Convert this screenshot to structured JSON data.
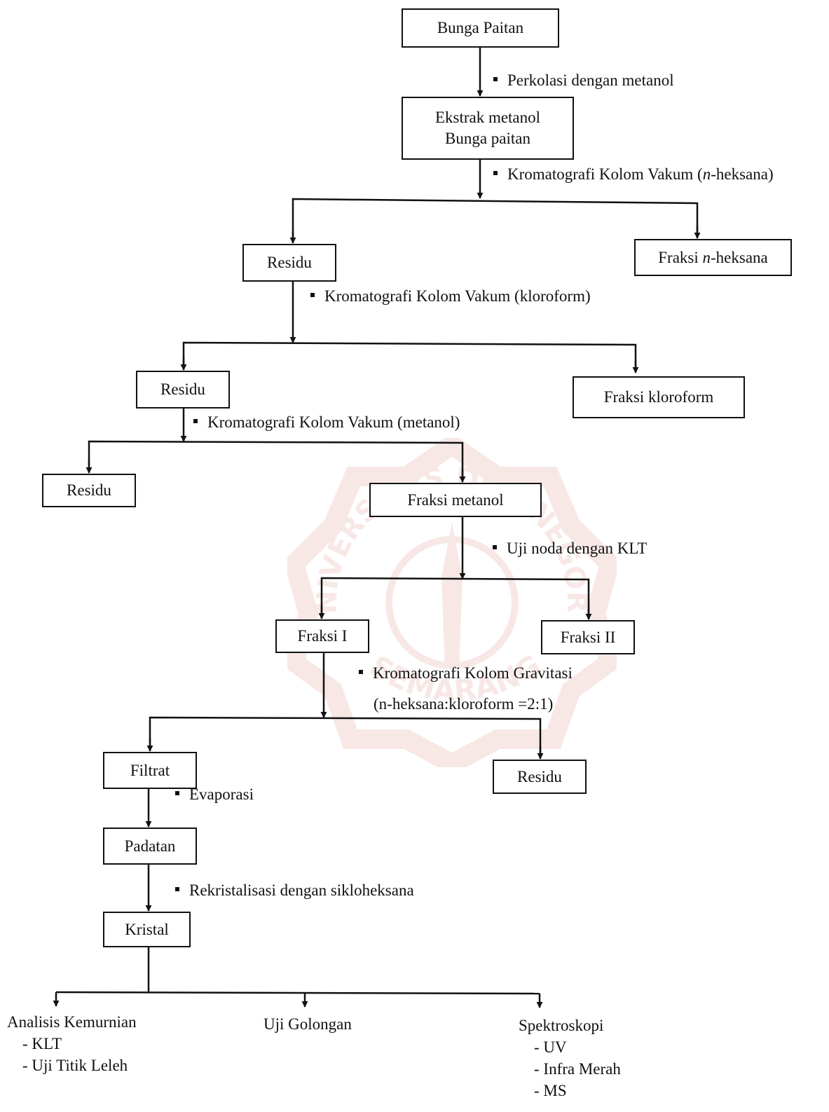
{
  "nodes": {
    "bunga_paitan": "Bunga Paitan",
    "ekstrak_line1": "Ekstrak metanol",
    "ekstrak_line2": "Bunga paitan",
    "residu_1": "Residu",
    "fraksi_heksana_pre": "Fraksi ",
    "fraksi_heksana_n": "n",
    "fraksi_heksana_post": "-heksana",
    "residu_2": "Residu",
    "fraksi_kloroform": "Fraksi kloroform",
    "residu_3": "Residu",
    "fraksi_metanol": "Fraksi metanol",
    "fraksi_i": "Fraksi I",
    "fraksi_ii": "Fraksi II",
    "filtrat": "Filtrat",
    "residu_4": "Residu",
    "padatan": "Padatan",
    "kristal": "Kristal"
  },
  "steps": {
    "perkolasi": "Perkolasi dengan metanol",
    "kkv_heksana_pre": "Kromatografi Kolom Vakum (",
    "kkv_heksana_n": "n",
    "kkv_heksana_post": "-heksana)",
    "kkv_kloroform": "Kromatografi Kolom Vakum (kloroform)",
    "kkv_metanol": "Kromatografi Kolom Vakum (metanol)",
    "uji_noda": "Uji noda dengan KLT",
    "kkg_line1": "Kromatografi Kolom  Gravitasi",
    "kkg_line2": "(n-heksana:kloroform =2:1)",
    "evaporasi": "Evaporasi",
    "rekristalisasi": "Rekristalisasi dengan sikloheksana"
  },
  "outcomes": {
    "analisis": {
      "title": "Analisis Kemurnian",
      "items": [
        "- KLT",
        "- Uji Titik Leleh"
      ]
    },
    "uji_golongan": {
      "title": "Uji Golongan"
    },
    "spektroskopi": {
      "title": "Spektroskopi",
      "items": [
        "- UV",
        "- Infra Merah",
        "- MS"
      ]
    }
  },
  "watermark_text": {
    "top": "UNIVERSITAS DIPONEGORO",
    "bottom": "SEMARANG"
  },
  "colors": {
    "ink": "#111111",
    "watermark": "#c0392b"
  }
}
